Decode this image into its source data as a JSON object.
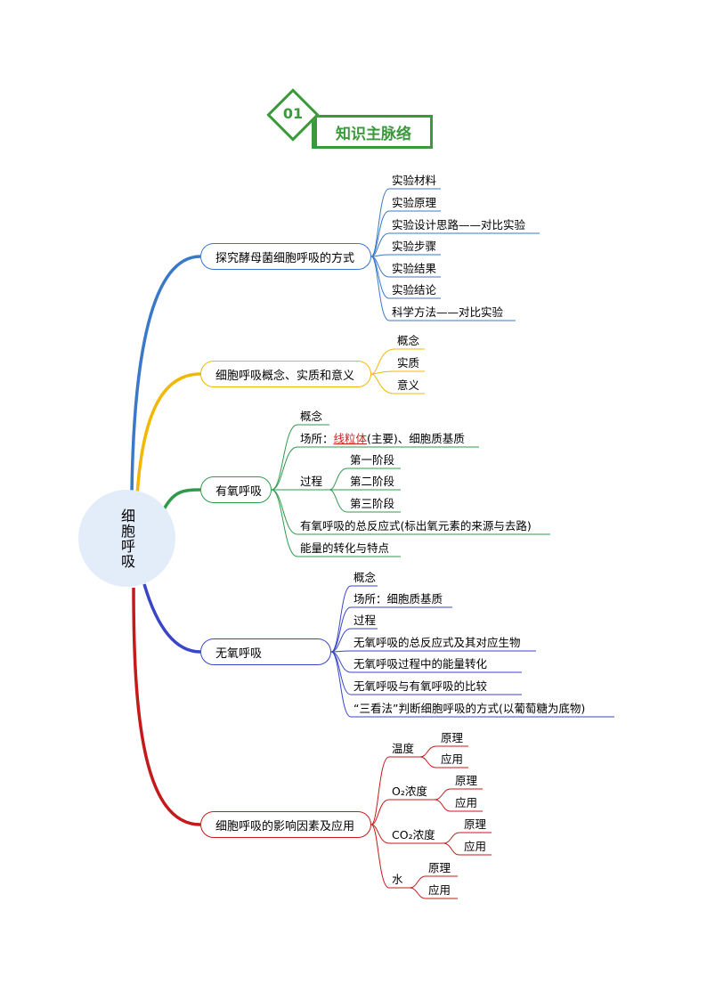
{
  "header": {
    "num": "01",
    "title": "知识主脉络"
  },
  "center": {
    "label": "细胞呼吸"
  },
  "colors": {
    "blue": "#3a78c8",
    "yellow": "#f0b800",
    "green": "#2f9a4a",
    "indigo": "#3a46c8",
    "red": "#c41a1a",
    "header": "#3a9a3a"
  },
  "branches": {
    "b1": {
      "label": "探究酵母菌细胞呼吸的方式",
      "items": [
        "实验材料",
        "实验原理",
        "实验设计思路——对比实验",
        "实验步骤",
        "实验结果",
        "实验结论",
        "科学方法——对比实验"
      ]
    },
    "b2": {
      "label": "细胞呼吸概念、实质和意义",
      "items": [
        "概念",
        "实质",
        "意义"
      ]
    },
    "b3": {
      "label": "有氧呼吸",
      "concept": "概念",
      "site_prefix": "场所：",
      "site_key": "线粒体",
      "site_rest": "(主要)、细胞质基质",
      "process": "过程",
      "stages": [
        "第一阶段",
        "第二阶段",
        "第三阶段"
      ],
      "equation": "有氧呼吸的总反应式(标出氧元素的来源与去路)",
      "energy": "能量的转化与特点"
    },
    "b4": {
      "label": "无氧呼吸",
      "items": [
        "概念",
        "场所：细胞质基质",
        "过程",
        "无氧呼吸的总反应式及其对应生物",
        "无氧呼吸过程中的能量转化",
        "无氧呼吸与有氧呼吸的比较",
        "“三看法”判断细胞呼吸的方式(以葡萄糖为底物)"
      ]
    },
    "b5": {
      "label": "细胞呼吸的影响因素及应用",
      "factors": [
        {
          "name": "温度",
          "sub": [
            "原理",
            "应用"
          ]
        },
        {
          "name": "O₂浓度",
          "sub": [
            "原理",
            "应用"
          ]
        },
        {
          "name": "CO₂浓度",
          "sub": [
            "原理",
            "应用"
          ]
        },
        {
          "name": "水",
          "sub": [
            "原理",
            "应用"
          ]
        }
      ]
    }
  }
}
